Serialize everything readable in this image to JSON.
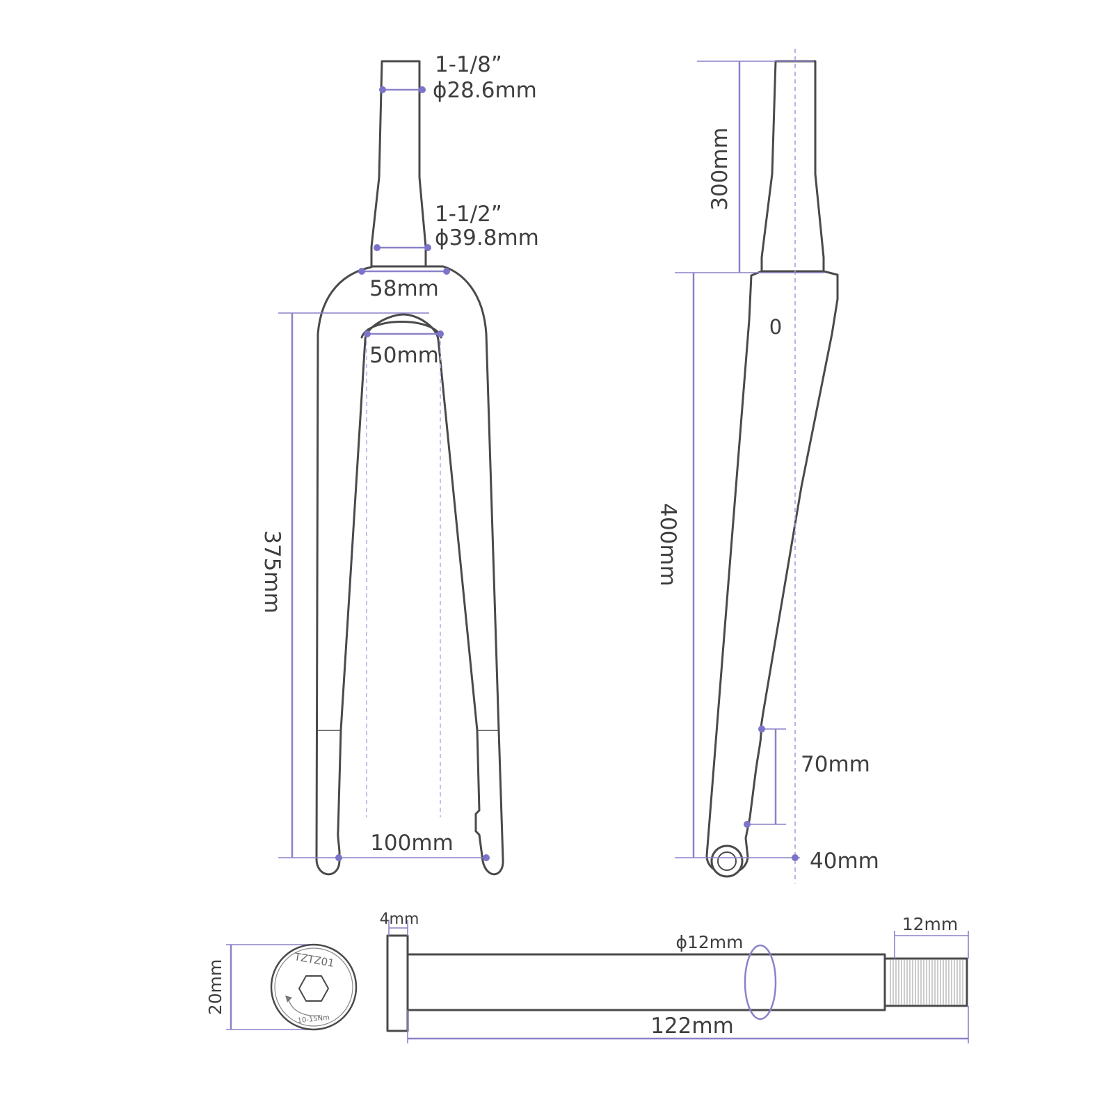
{
  "front_view": {
    "steerer_top_inch": "1-1/8”",
    "steerer_top_mm": "ϕ28.6mm",
    "steerer_bottom_inch": "1-1/2”",
    "steerer_bottom_mm": "ϕ39.8mm",
    "crown_width": "58mm",
    "crown_arch": "50mm",
    "leg_length": "375mm",
    "hub_spacing": "100mm"
  },
  "side_view": {
    "steerer_length": "300mm",
    "fork_length": "400mm",
    "offset_marker": "0",
    "dropout_height": "70mm",
    "rake": "40mm"
  },
  "thru_axle": {
    "cap_diameter": "20mm",
    "cap_brand": "TZTZ01",
    "cap_torque": "10-15Nm",
    "head_thickness": "4mm",
    "shaft_diameter": "ϕ12mm",
    "thread_length": "12mm",
    "total_length": "122mm"
  }
}
